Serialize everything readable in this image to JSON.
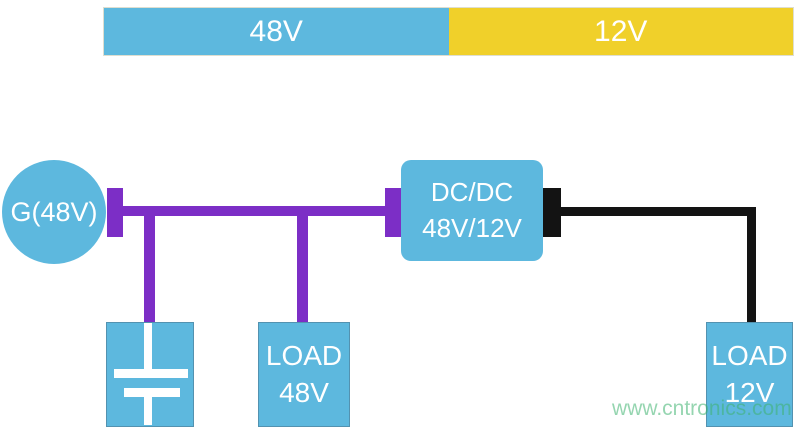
{
  "colors": {
    "box_blue": "#5db8de",
    "bar_yellow": "#f0d02a",
    "wire_purple": "#7c2ec6",
    "wire_black": "#131313",
    "label_text": "#ffffff",
    "watermark_green": "#3eb370"
  },
  "legend": {
    "segment_48v": "48V",
    "segment_12v": "12V"
  },
  "generator": {
    "label": "G(48V)"
  },
  "converter": {
    "line1": "DC/DC",
    "line2": "48V/12V"
  },
  "load48": {
    "line1": "LOAD",
    "line2": "48V"
  },
  "load12": {
    "line1": "LOAD",
    "line2": "12V"
  },
  "watermark": "www.cntronics.com"
}
